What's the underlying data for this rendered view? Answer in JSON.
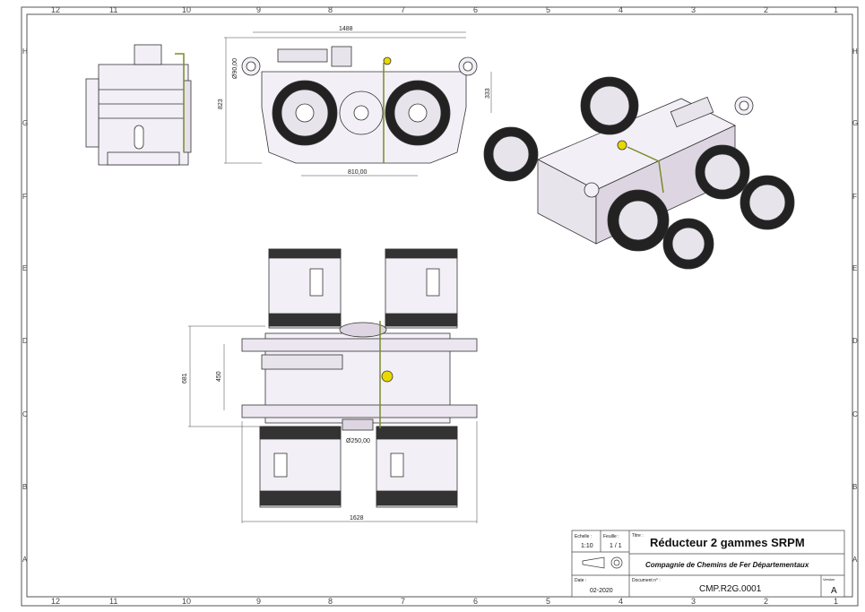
{
  "frame": {
    "top_numbers": [
      "12",
      "11",
      "10",
      "9",
      "8",
      "7",
      "6",
      "5",
      "4",
      "3",
      "2",
      "1"
    ],
    "bottom_numbers": [
      "12",
      "11",
      "10",
      "9",
      "8",
      "7",
      "6",
      "5",
      "4",
      "3",
      "2",
      "1"
    ],
    "side_letters": [
      "H",
      "G",
      "F",
      "E",
      "D",
      "C",
      "B",
      "A"
    ]
  },
  "dimensions": {
    "top_width": "1488",
    "top_height": "823",
    "hole_dia": "Ø90,00",
    "right_height": "333",
    "bottom_width": "810,00",
    "plan_width": "1628",
    "plan_height_outer": "681",
    "plan_height_inner": "450",
    "plan_shaft_dia": "Ø250,00"
  },
  "title_block": {
    "scale_label": "Echelle :",
    "scale_value": "1:10",
    "sheet_label": "Feuille :",
    "sheet_value": "1 / 1",
    "title_label": "Titre :",
    "title_value": "Réducteur 2 gammes SRPM",
    "company": "Compagnie de Chemins de Fer Départementaux",
    "date_label": "Date :",
    "date_value": "02-2020",
    "doc_label": "Document n° :",
    "doc_value": "CMP.R2G.0001",
    "rev_label": "Version",
    "rev_value": "A"
  },
  "colors": {
    "line": "#333333",
    "body_fill": "#f3eff6",
    "accent_yellow": "#e8d800",
    "accent_green": "#7a8a2a"
  }
}
